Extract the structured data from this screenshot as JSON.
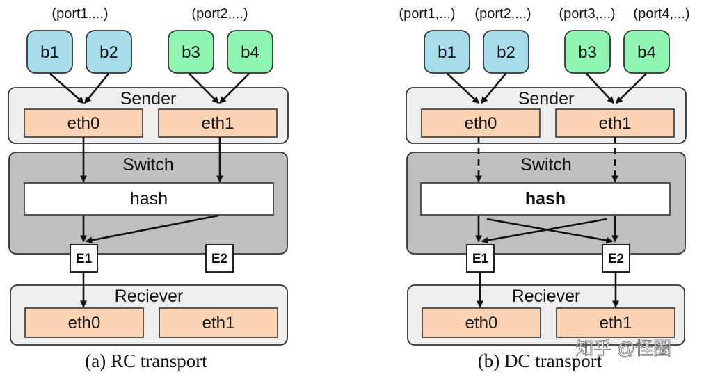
{
  "colors": {
    "blue_node": "#a7dcea",
    "green_node": "#8ef5b2",
    "eth_fill": "#fcd3b3",
    "outer_fill": "#eeeeee",
    "switch_fill": "#bfbfbf"
  },
  "panels": [
    {
      "ports": [
        "(port1,...)",
        "(port2,...)"
      ],
      "nodes": [
        "b1",
        "b2",
        "b3",
        "b4"
      ],
      "sender_title": "Sender",
      "sender_eths": [
        "eth0",
        "eth1"
      ],
      "switch_title": "Switch",
      "hash_label": "hash",
      "endpoints": [
        "E1",
        "E2"
      ],
      "receiver_title": "Reciever",
      "receiver_eths": [
        "eth0",
        "eth1"
      ],
      "caption": "(a)  RC transport"
    },
    {
      "ports": [
        "(port1,...)",
        "(port2,...)",
        "(port3,...)",
        "(port4,...)"
      ],
      "nodes": [
        "b1",
        "b2",
        "b3",
        "b4"
      ],
      "sender_title": "Sender",
      "sender_eths": [
        "eth0",
        "eth1"
      ],
      "switch_title": "Switch",
      "hash_label": "hash",
      "endpoints": [
        "E1",
        "E2"
      ],
      "receiver_title": "Reciever",
      "receiver_eths": [
        "eth0",
        "eth1"
      ],
      "caption": "(b)  DC transport"
    }
  ],
  "watermark": "知乎 @怪圈"
}
